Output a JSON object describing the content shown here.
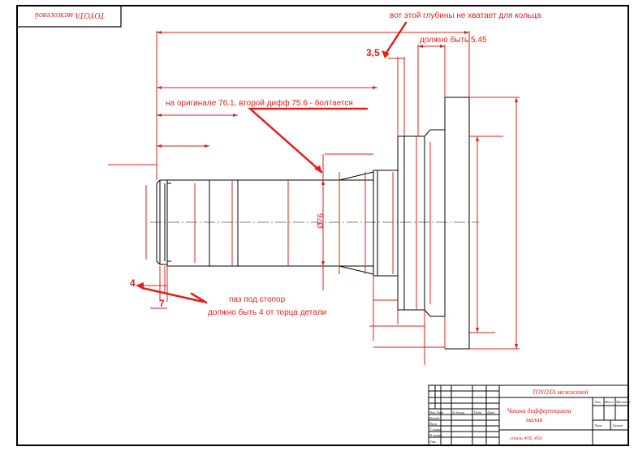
{
  "corner_stamp": "TOYOTA межосевой",
  "annotations": {
    "ring_depth_note": "вот этой глубины не хватает для кольца",
    "dim_3_5": "3,5",
    "should_be_5_45": "должно быть 5.45",
    "original_note": "на оригинале 76.1, второй дифф 75.6 - болтается",
    "diameter_76": "Ø76",
    "dim_4": "4",
    "dim_7": "7",
    "stopper_groove": "паз под стопор",
    "should_be_4": "должно быть 4 от торца детали"
  },
  "title_block": {
    "designation": "TOYOTA межосевой",
    "part_name_line1": "Чашка дифференциала",
    "part_name_line2": "малая",
    "material": "сталь 40Х, 45Х",
    "col_izm": "Изм.",
    "col_list": "Лист",
    "col_doc": "№ докум.",
    "col_sign": "Подп.",
    "col_date": "Дата",
    "row_razrab": "Разраб.",
    "row_prov": "Пров.",
    "row_tkontr": "Т. контр.",
    "row_nkontr": "Н. контр.",
    "row_utv": "Утв.",
    "col_lit": "Лит.",
    "col_massa": "Масса",
    "col_masshtab": "Масштаб",
    "col_list2": "Лист",
    "col_listov": "Листов"
  },
  "colors": {
    "accent_red": "#e0201a",
    "line_black": "#000000"
  }
}
